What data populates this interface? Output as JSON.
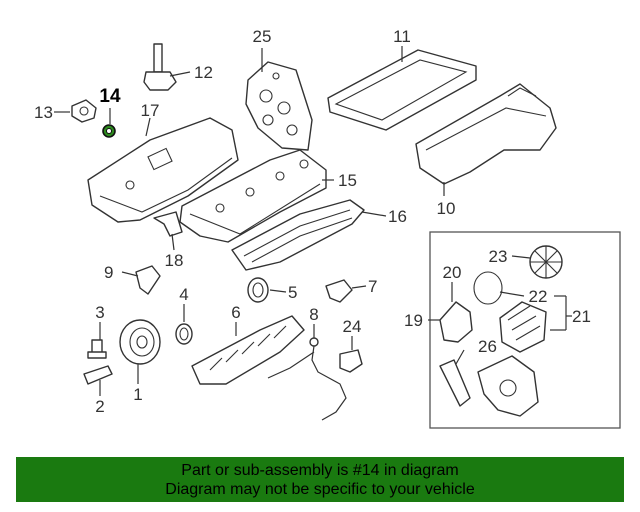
{
  "highlight_part": "14",
  "callouts": {
    "c1": "1",
    "c2": "2",
    "c3": "3",
    "c4": "4",
    "c5": "5",
    "c6": "6",
    "c7": "7",
    "c8": "8",
    "c9": "9",
    "c10": "10",
    "c11": "11",
    "c12": "12",
    "c13": "13",
    "c14": "14",
    "c15": "15",
    "c16": "16",
    "c17": "17",
    "c18": "18",
    "c19": "19",
    "c20": "20",
    "c21": "21",
    "c22": "22",
    "c23": "23",
    "c24": "24",
    "c25": "25",
    "c26": "26"
  },
  "colors": {
    "banner_bg": "#1a7a10",
    "highlight_ring": "#2d8a1e"
  },
  "banner": {
    "line1": "Part or sub-assembly is #14 in diagram",
    "line2": "Diagram may not be specific to your vehicle"
  }
}
